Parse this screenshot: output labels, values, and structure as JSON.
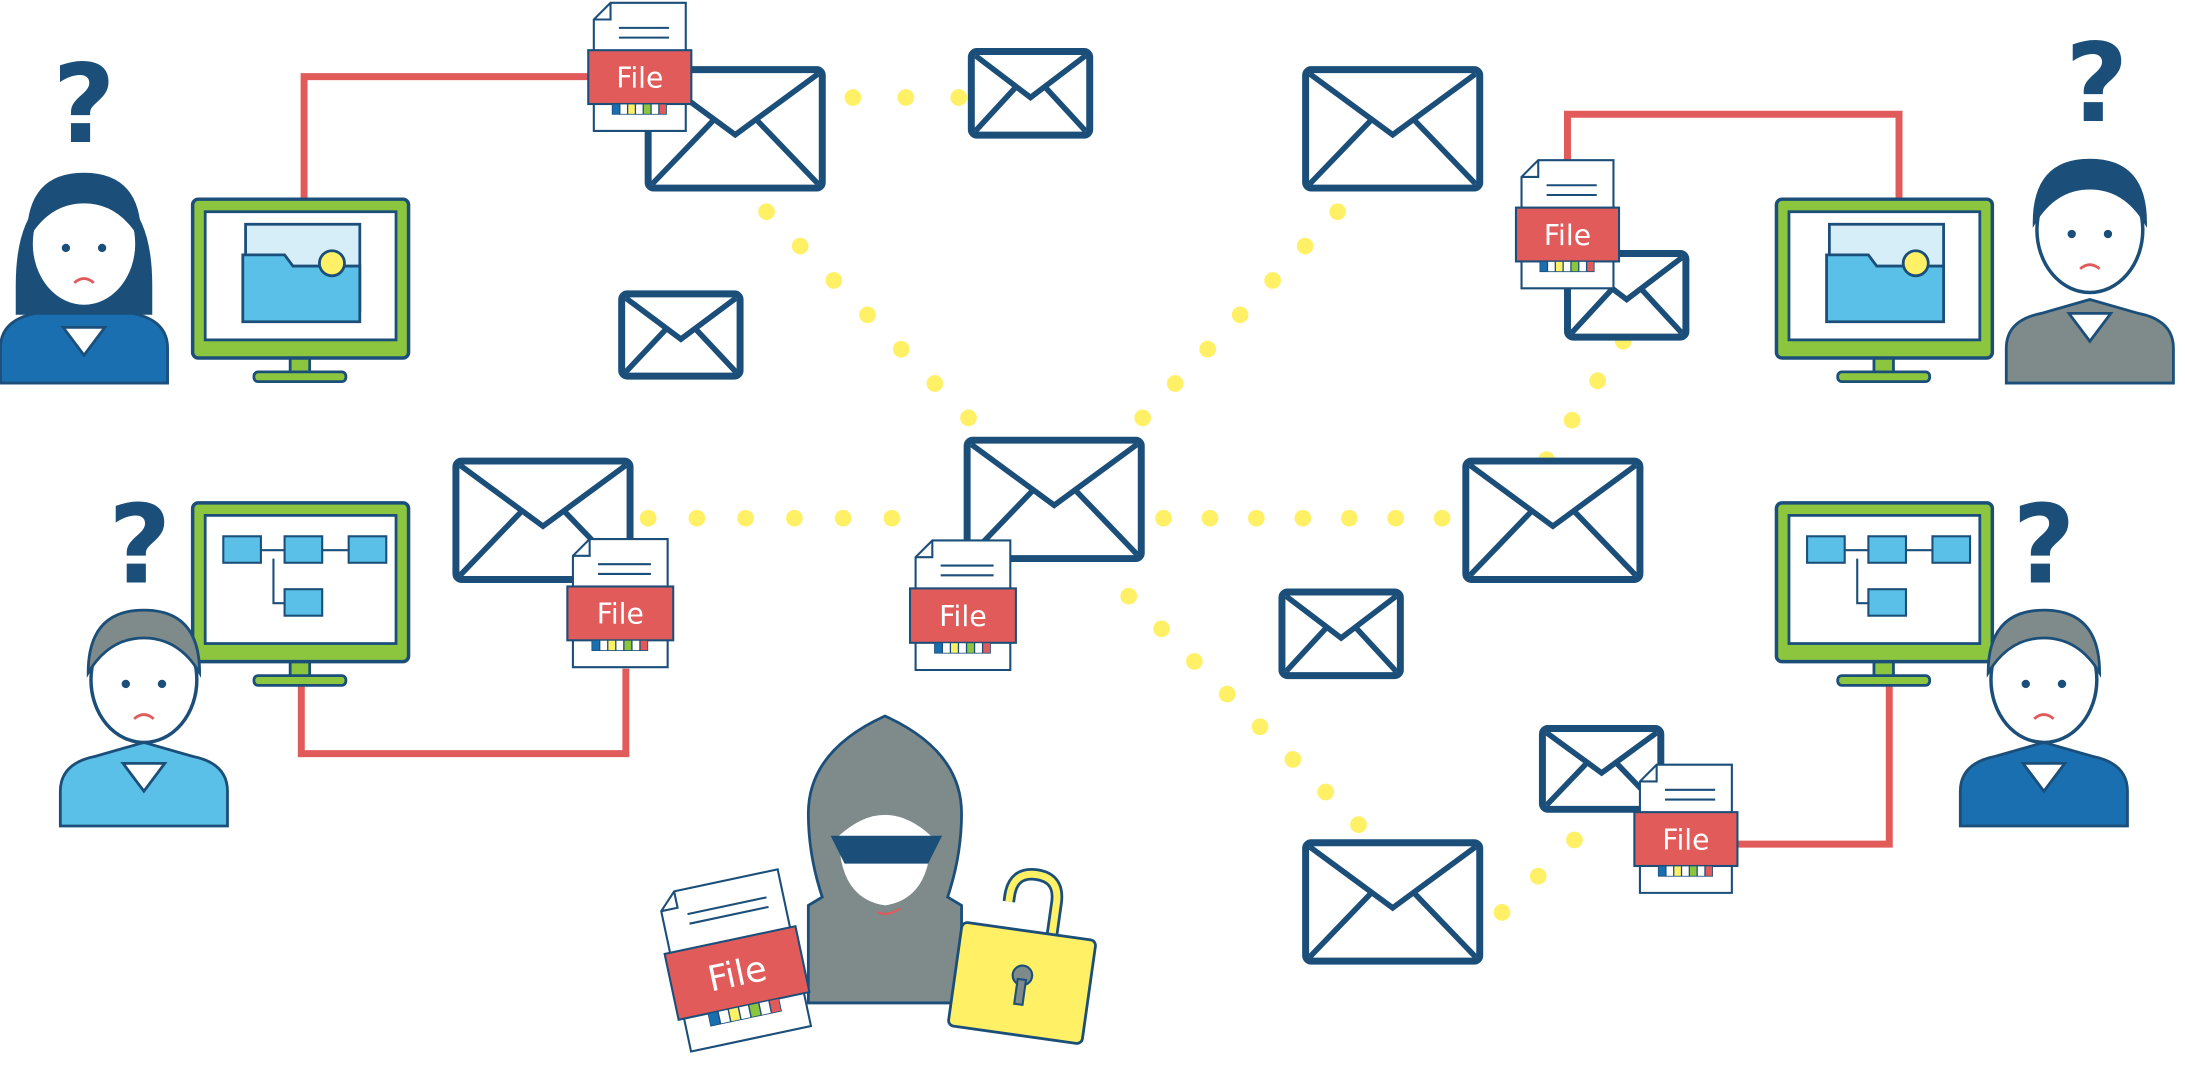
{
  "file_labels": [
    "File",
    "File",
    "File",
    "File",
    "File",
    "File"
  ],
  "question_marks": [
    "?",
    "?",
    "?",
    "?"
  ],
  "colors": {
    "navy": "#1b4f7a",
    "red": "#e25b5b",
    "yellow": "#fff066",
    "green": "#8cc63f",
    "light_blue": "#5bc0e8",
    "gray": "#7f8a8a"
  }
}
